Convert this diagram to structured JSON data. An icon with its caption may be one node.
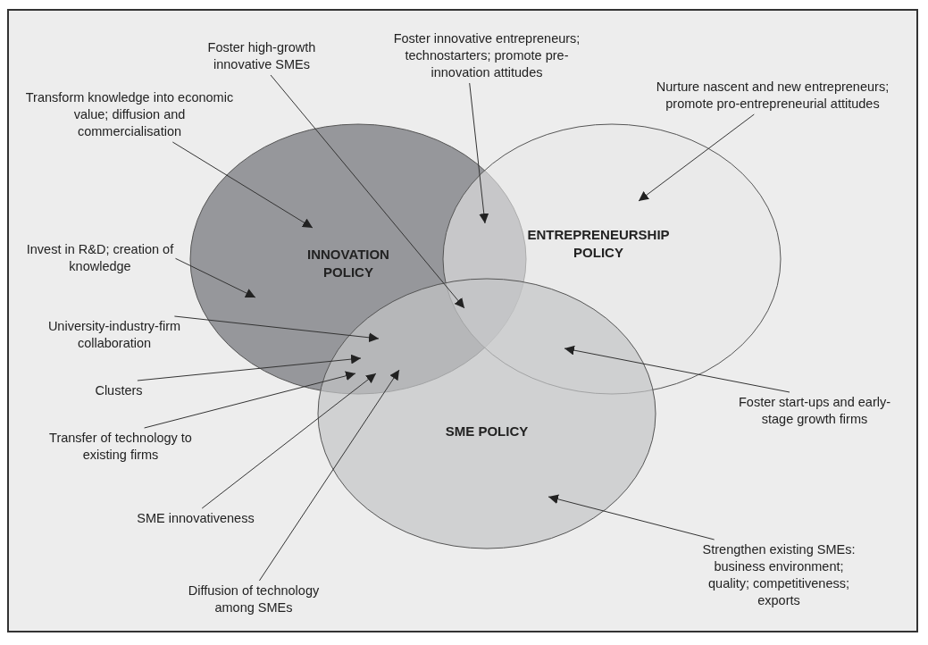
{
  "diagram": {
    "nodes": [
      {
        "text": [
          "INNOVATION POLICY"
        ]
      },
      {
        "text": [
          "ENTREPRENEURSHIP POLICY"
        ]
      },
      {
        "text": [
          "SME POLICY"
        ]
      },
      {
        "text": [
          "Foster high-growth innovative SMEs"
        ]
      },
      {
        "text": [
          "Foster innovative entrepreneurs; technostarters; promote pre-innovation attitudes"
        ]
      },
      {
        "text": [
          "Transform knowledge into economic value; diffusion and commercialisation"
        ]
      },
      {
        "text": [
          "Nurture nascent and new entrepreneurs; promote pro-entrepreneurial attitudes"
        ]
      },
      {
        "text": [
          "Invest in R&D; creation of knowledge"
        ]
      },
      {
        "text": [
          "University-industry-firm collaboration"
        ]
      },
      {
        "text": [
          "Clusters"
        ]
      },
      {
        "text": [
          "Transfer of technology to existing firms"
        ]
      },
      {
        "text": [
          "SME innovativeness"
        ]
      },
      {
        "text": [
          "Diffusion of technology among SMEs"
        ]
      },
      {
        "text": [
          "Foster start-ups and early-stage growth firms"
        ]
      },
      {
        "text": [
          "Strengthen existing SMEs: business environment; quality; competitiveness; exports"
        ]
      }
    ],
    "edges": [
      {
        "from": 3,
        "to": 0,
        "arrow": "to"
      },
      {
        "from": 4,
        "to": 0,
        "arrow": "to"
      },
      {
        "from": 5,
        "to": 0,
        "arrow": "to"
      },
      {
        "from": 6,
        "to": 1,
        "arrow": "to"
      },
      {
        "from": 7,
        "to": 0,
        "arrow": "to"
      },
      {
        "from": 8,
        "to": 0,
        "arrow": "to"
      },
      {
        "from": 9,
        "to": 0,
        "arrow": "to"
      },
      {
        "from": 10,
        "to": 0,
        "arrow": "to"
      },
      {
        "from": 11,
        "to": 0,
        "arrow": "to"
      },
      {
        "from": 12,
        "to": 0,
        "arrow": "to"
      },
      {
        "from": 13,
        "to": 1,
        "arrow": "to"
      },
      {
        "from": 14,
        "to": 2,
        "arrow": "to"
      }
    ]
  }
}
